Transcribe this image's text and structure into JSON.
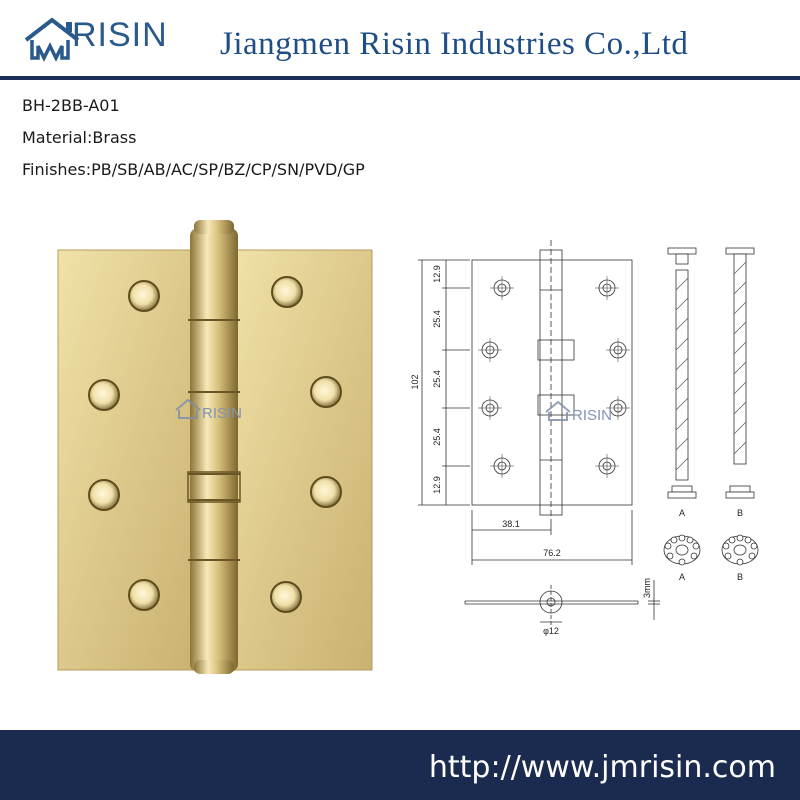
{
  "header": {
    "logo_text": "RISIN",
    "company_name": "Jiangmen Risin Industries Co.,Ltd"
  },
  "specs": {
    "model": "BH-2BB-A01",
    "material": "Material:Brass",
    "finishes": "Finishes:PB/SB/AB/AC/SP/BZ/CP/SN/PVD/GP"
  },
  "watermark": {
    "text": "RISIN"
  },
  "drawing": {
    "dims_left": [
      "12.9",
      "25.4",
      "25.4",
      "25.4",
      "12.9"
    ],
    "height": "102",
    "half_width": "38.1",
    "full_width": "76.2",
    "thickness": "3mm",
    "pin_dia": "φ12",
    "pin_labels": [
      "A",
      "B"
    ],
    "bearing_labels": [
      "A",
      "B"
    ]
  },
  "footer": {
    "url": "http://www.jmrisin.com"
  },
  "colors": {
    "brand_blue": "#1f4e86",
    "footer_bg": "#1b2b50",
    "brass": "#d9c58a"
  }
}
